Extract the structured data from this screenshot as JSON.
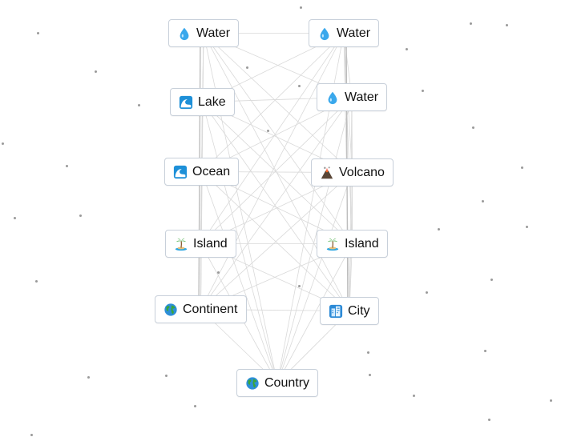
{
  "nodes": [
    {
      "id": "water-1",
      "emoji": "droplet",
      "label": "Water"
    },
    {
      "id": "water-2",
      "emoji": "droplet",
      "label": "Water"
    },
    {
      "id": "lake",
      "emoji": "wave",
      "label": "Lake"
    },
    {
      "id": "water-3",
      "emoji": "droplet",
      "label": "Water"
    },
    {
      "id": "ocean",
      "emoji": "wave",
      "label": "Ocean"
    },
    {
      "id": "volcano",
      "emoji": "volcano",
      "label": "Volcano"
    },
    {
      "id": "island-1",
      "emoji": "island",
      "label": "Island"
    },
    {
      "id": "island-2",
      "emoji": "island",
      "label": "Island"
    },
    {
      "id": "continent",
      "emoji": "globe",
      "label": "Continent"
    },
    {
      "id": "city",
      "emoji": "city",
      "label": "City"
    },
    {
      "id": "country",
      "emoji": "globe",
      "label": "Country"
    }
  ],
  "colors": {
    "background": "#ffffff",
    "node_border": "#c8d0da",
    "link_line": "#d9d9d9",
    "text": "#111111"
  }
}
